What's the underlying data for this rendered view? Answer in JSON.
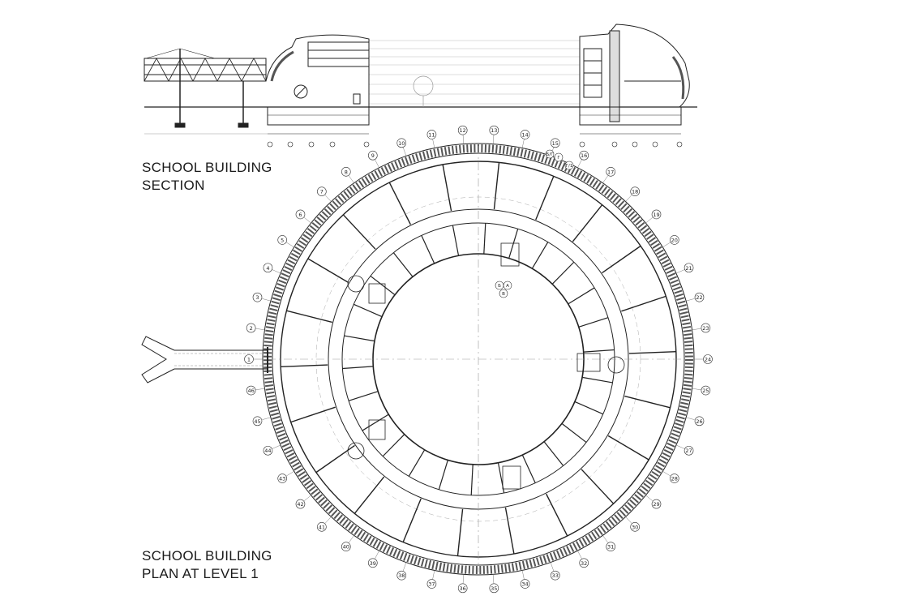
{
  "titles": {
    "section_line1": "SCHOOL BUILDING",
    "section_line2": "SECTION",
    "plan_line1": "SCHOOL BUILDING",
    "plan_line2": "PLAN AT LEVEL 1"
  },
  "plan": {
    "grid_numbers": [
      "1",
      "2",
      "3",
      "4",
      "5",
      "6",
      "7",
      "8",
      "9",
      "10",
      "11",
      "12",
      "13",
      "14",
      "15",
      "16",
      "17",
      "18",
      "19",
      "20",
      "21",
      "22",
      "23",
      "24",
      "25",
      "26",
      "27",
      "28",
      "29",
      "30",
      "31",
      "32",
      "33",
      "34",
      "35",
      "36",
      "37",
      "38",
      "39",
      "40",
      "41",
      "42",
      "43",
      "44",
      "45",
      "46"
    ],
    "letter_markers": [
      "Б",
      "А",
      "В",
      "Б/Г",
      "Г",
      "Г/1"
    ]
  },
  "colors": {
    "line": "#222222",
    "fill_light": "#f2f2f2",
    "hatch": "#666666"
  }
}
